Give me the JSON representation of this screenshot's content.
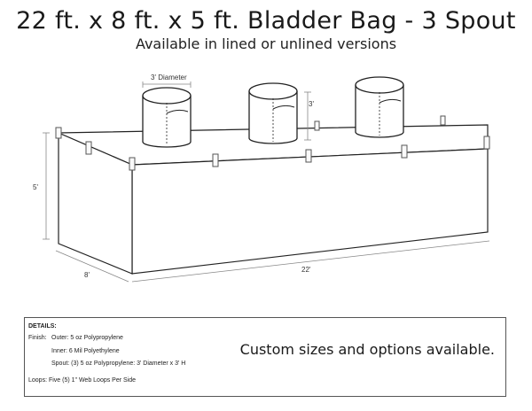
{
  "header": {
    "title": "22 ft. x 8 ft. x 5 ft. Bladder Bag - 3 Spout",
    "subtitle": "Available in lined or unlined versions"
  },
  "diagram": {
    "spout_diameter_label": "3' Diameter",
    "spout_height_label": "3'",
    "height_label": "5'",
    "width_label": "8'",
    "length_label": "22'"
  },
  "details": {
    "heading": "DETAILS:",
    "finish_label": "Finish:",
    "outer": "Outer: 5 oz Polypropylene",
    "inner": "Inner: 6 Mil Polyethylene",
    "spout": "Spout: (3) 5 oz Polypropylene: 3' Diameter x 3' H",
    "loops": "Loops:  Five (5) 1\" Web Loops Per Side",
    "custom": "Custom sizes and options available."
  }
}
